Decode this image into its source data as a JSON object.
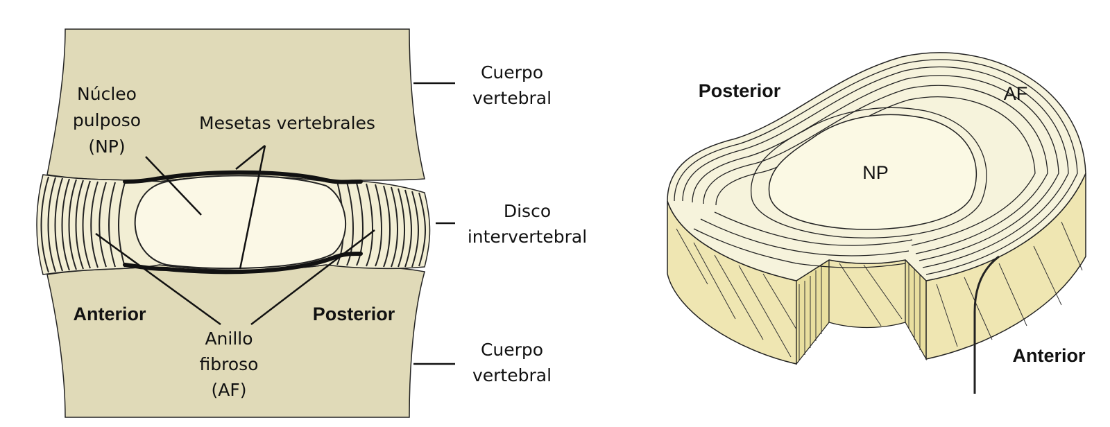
{
  "left_diagram": {
    "labels": {
      "nucleo_1": "Núcleo",
      "nucleo_2": "pulposo",
      "nucleo_3": "(NP)",
      "mesetas": "Mesetas vertebrales",
      "cuerpo_top_1": "Cuerpo",
      "cuerpo_top_2": "vertebral",
      "disco_1": "Disco",
      "disco_2": "intervertebral",
      "anterior": "Anterior",
      "posterior": "Posterior",
      "anillo_1": "Anillo",
      "anillo_2": "fibroso",
      "anillo_3": "(AF)",
      "cuerpo_bot_1": "Cuerpo",
      "cuerpo_bot_2": "vertebral"
    }
  },
  "right_diagram": {
    "labels": {
      "posterior": "Posterior",
      "af": "AF",
      "np": "NP",
      "anterior": "Anterior"
    }
  },
  "colors": {
    "bone": "#e0dab8",
    "nucleus": "#fbf8e6",
    "annulus_top": "#f6f3dc",
    "annulus_side": "#efe6b2",
    "line": "#111111"
  }
}
